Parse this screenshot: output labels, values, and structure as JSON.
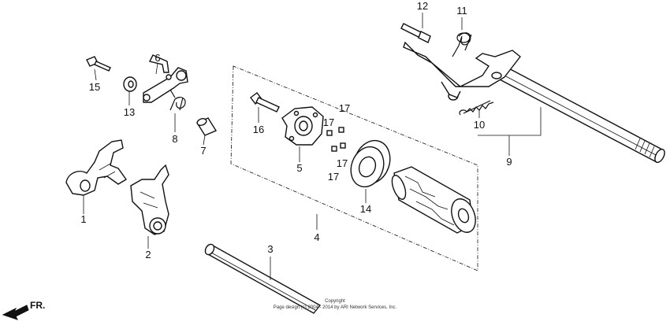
{
  "callouts": {
    "c1": "1",
    "c2": "2",
    "c3": "3",
    "c4": "4",
    "c5": "5",
    "c6": "6",
    "c7": "7",
    "c8": "8",
    "c9": "9",
    "c10": "10",
    "c11": "11",
    "c12": "12",
    "c13": "13",
    "c14": "14",
    "c15": "15",
    "c16": "16",
    "c17a": "17",
    "c17b": "17",
    "c17c": "17",
    "c17d": "17"
  },
  "direction_label": "FR.",
  "copyright": {
    "line1": "Copyright",
    "line2": "Page design (c) 2004 - 2014 by ARI Network Services, Inc."
  }
}
